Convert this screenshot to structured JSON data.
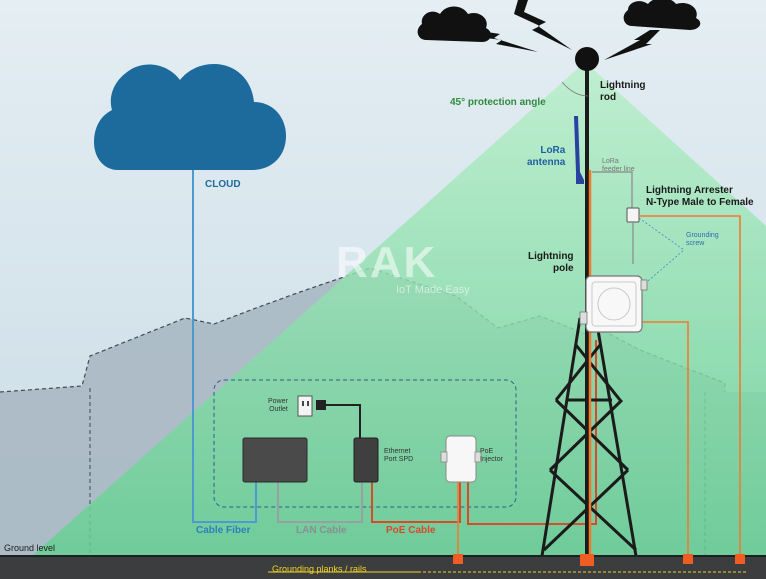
{
  "labels": {
    "cloud": "CLOUD",
    "lightning_rod": "Lightning\nrod",
    "protection_angle": "45° protection angle",
    "lora_antenna": "LoRa\nantenna",
    "feeder_line": "LoRa\nfeeder line",
    "lightning_arrester": "Lightning Arrester\nN-Type Male to Female",
    "grounding_screw": "Grounding\nscrew",
    "lightning_pole": "Lightning\npole",
    "power_outlet": "Power\nOutlet",
    "ethernet_spd": "Ethernet\nPort SPD",
    "poe_injector": "PoE\nInjector",
    "cable_fiber": "Cable Fiber",
    "lan_cable": "LAN Cable",
    "poe_cable": "PoE Cable",
    "ground_level": "Ground level",
    "grounding_planks": "Grounding planks / rails"
  },
  "watermark": {
    "brand": "RAK",
    "tagline": "IoT Made Easy"
  },
  "colors": {
    "background": "#d9e6ee",
    "house": "#a9b8c3",
    "protection_zone": "#7fd9a2",
    "cloud": "#1d6b9c",
    "fiber_cable": "#4d9ad0",
    "lan_cable": "#9a9fa3",
    "poe_cable": "#d94a2b",
    "ground_wire": "#ef7b2f",
    "ground": "#3c3d3f",
    "grounding_rail": "#f1d323",
    "antenna": "#2742a0"
  }
}
